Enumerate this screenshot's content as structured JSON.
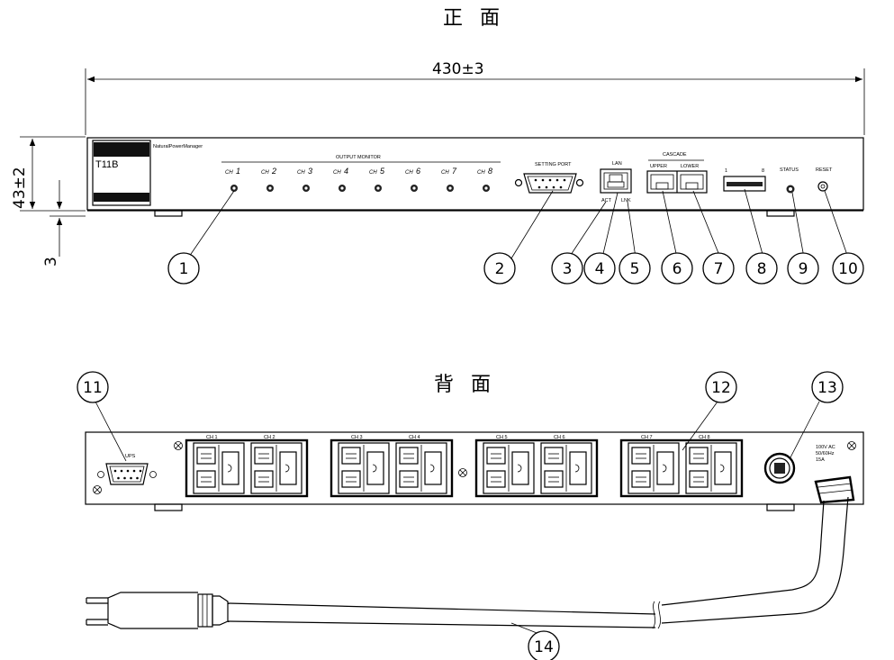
{
  "front_title": "正 面",
  "rear_title": "背 面",
  "dimensions": {
    "width": "430±3",
    "height": "43±2",
    "foot": "3"
  },
  "front_panel": {
    "brand": "NaturalPowerManager",
    "model": "T11B",
    "output_monitor_label": "OUTPUT MONITOR",
    "ch_prefix": "CH",
    "channels": [
      "1",
      "2",
      "3",
      "4",
      "5",
      "6",
      "7",
      "8"
    ],
    "setting_port_label": "SETTING PORT",
    "lan_label": "LAN",
    "act_label": "ACT",
    "lnk_label": "LNK",
    "cascade_label": "CASCADE",
    "upper_label": "UPPER",
    "lower_label": "LOWER",
    "dip_left": "1",
    "dip_right": "8",
    "status_label": "STATUS",
    "reset_label": "RESET"
  },
  "rear_panel": {
    "ups_label": "UPS",
    "outlet_groups": [
      {
        "left": "CH 1",
        "right": "CH 2"
      },
      {
        "left": "CH 3",
        "right": "CH 4"
      },
      {
        "left": "CH 5",
        "right": "CH 6"
      },
      {
        "left": "CH 7",
        "right": "CH 8"
      }
    ],
    "power_rating": [
      "100V AC",
      "50/60Hz",
      "15A"
    ]
  },
  "callouts": [
    "1",
    "2",
    "3",
    "4",
    "5",
    "6",
    "7",
    "8",
    "9",
    "10",
    "11",
    "12",
    "13",
    "14"
  ],
  "colors": {
    "line": "#000000",
    "background": "#ffffff"
  }
}
